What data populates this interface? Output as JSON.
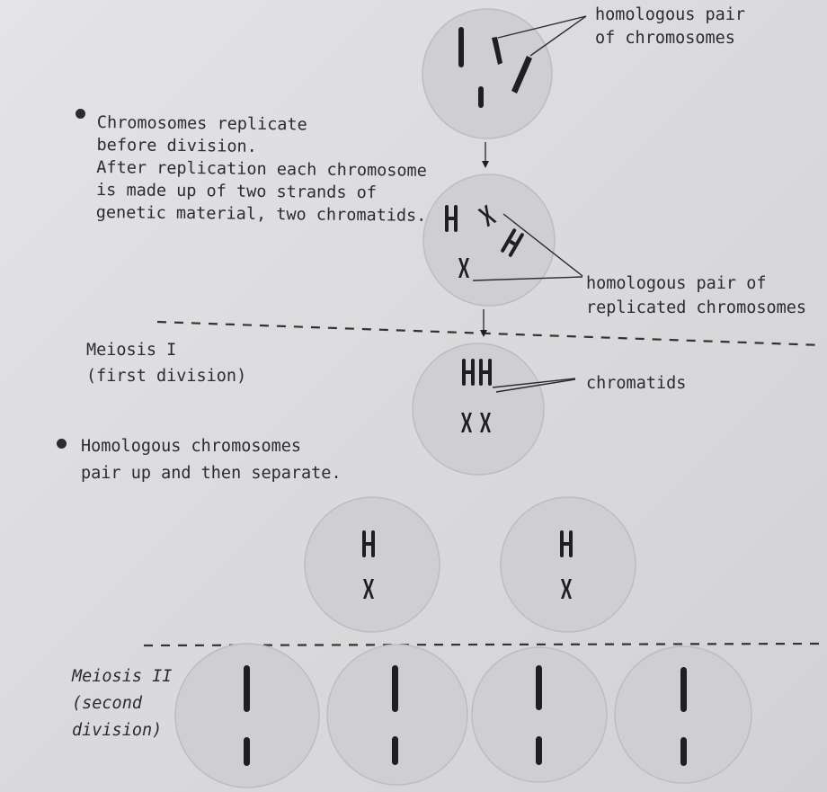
{
  "labels": {
    "homologous_pair": "homologous pair\nof chromosomes",
    "replicated_pair": "homologous pair of\nreplicated chromosomes",
    "chromatids": "chromatids"
  },
  "notes": {
    "replicate": "Chromosomes replicate\nbefore division.\nAfter replication each chromosome\nis made up of two strands of\ngenetic material, two chromatids.",
    "meiosis1_title": "Meiosis I\n(first division)",
    "homologous": "Homologous chromosomes\npair up and then separate.",
    "meiosis2_title": "Meiosis II\n(second\ndivision)"
  },
  "colors": {
    "cell": "#cfcfd1",
    "chromosome": "#1f1f23",
    "ink": "#2b2b30"
  }
}
